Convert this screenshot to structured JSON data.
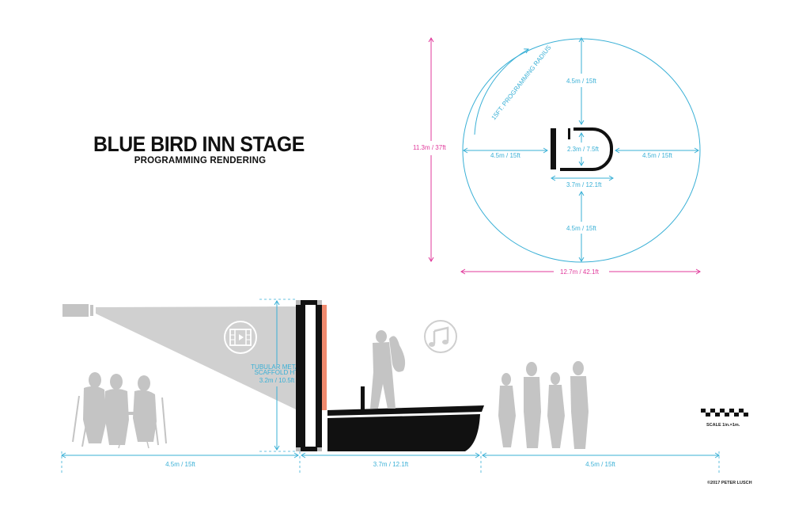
{
  "header": {
    "title": "BLUE BIRD INN STAGE",
    "subtitle": "PROGRAMMING RENDERING"
  },
  "plan_view": {
    "radius_label": "15FT. PROGRAMMING RADIUS",
    "overall_height": "11.3m  /  37ft",
    "overall_width": "12.7m  /  42.1ft",
    "top_radius": "4.5m / 15ft",
    "left_radius": "4.5m / 15ft",
    "right_radius": "4.5m / 15ft",
    "bottom_radius": "4.5m / 15ft",
    "stage_depth": "2.3m / 7.5ft",
    "stage_width": "3.7m / 12.1ft"
  },
  "elevation_view": {
    "scaffold_label_line1": "TUBULAR METAL",
    "scaffold_label_line2": "SCAFFOLD HT.",
    "scaffold_height": "3.2m / 10.5ft",
    "left_span": "4.5m / 15ft",
    "stage_span": "3.7m / 12.1ft",
    "right_span": "4.5m / 15ft",
    "icons": [
      "projector-icon",
      "film-icon",
      "music-note-icon"
    ]
  },
  "scale": {
    "label": "SCALE 1in.=1m."
  },
  "credit": "©2017 PETER LUSCH",
  "colors": {
    "dimension_blue": "#3ab0d6",
    "dimension_pink": "#e0399b",
    "accent_salmon": "#f08a6e",
    "silhouette_gray": "#c4c4c4",
    "projection_gray": "#d0d0d0",
    "ink": "#111111"
  }
}
